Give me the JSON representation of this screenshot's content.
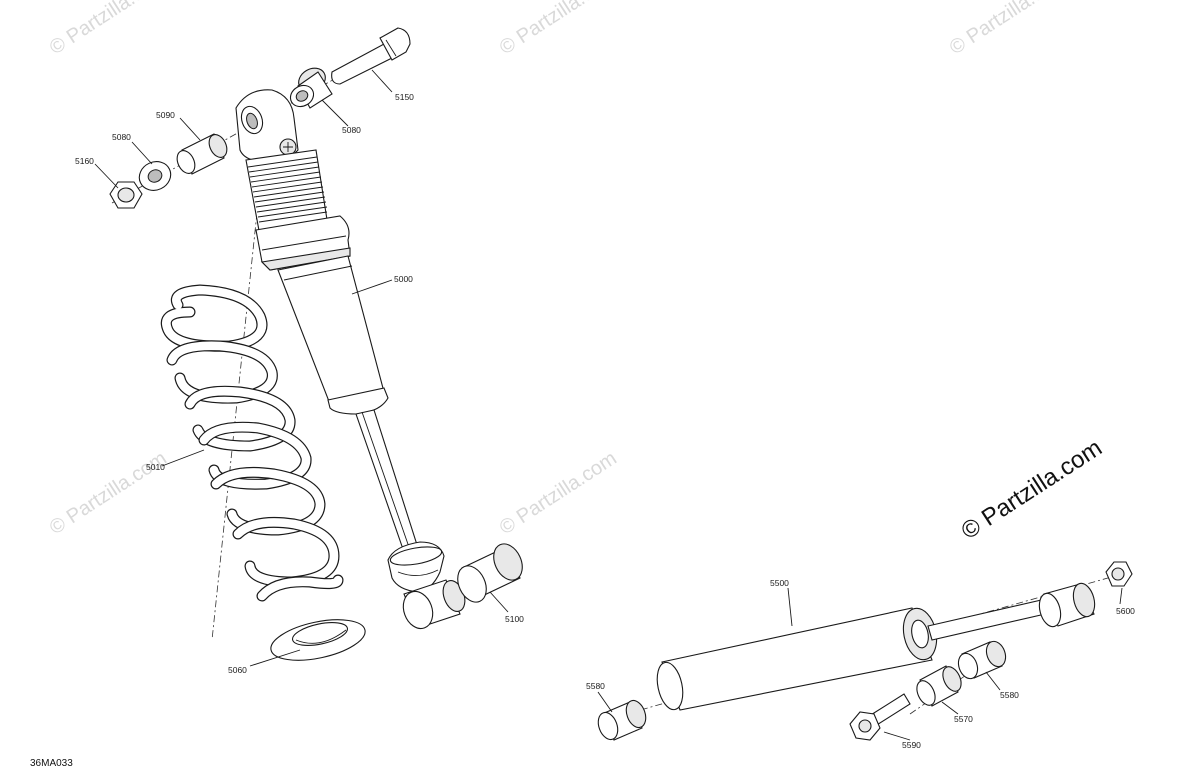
{
  "callouts": {
    "c5150": "5150",
    "c5080a": "5080",
    "c5090": "5090",
    "c5080b": "5080",
    "c5160": "5160",
    "c5000": "5000",
    "c5010": "5010",
    "c5100": "5100",
    "c5060": "5060",
    "c5500": "5500",
    "c5600": "5600",
    "c5580a": "5580",
    "c5580b": "5580",
    "c5570": "5570",
    "c5590": "5590"
  },
  "watermark": {
    "text": "© Partzilla.com"
  },
  "brand": {
    "text": "© Partzilla.com"
  },
  "figure_ref": "36MA033"
}
